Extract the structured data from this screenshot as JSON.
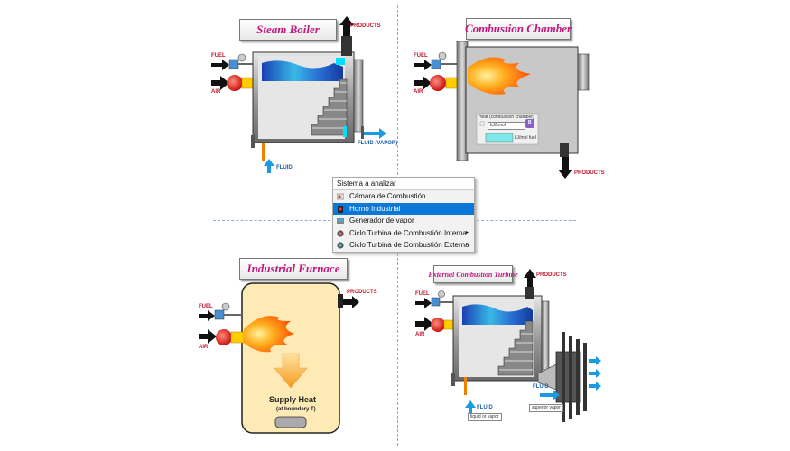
{
  "panels": {
    "steam_boiler": {
      "title": "Steam Boiler",
      "fuel": "FUEL",
      "air": "AIR",
      "products": "PRODUCTS",
      "fluid_vapor": "FLUID (VAPOR)",
      "fluid": "FLUID"
    },
    "combustion_chamber": {
      "title": "Combustion Chamber",
      "fuel": "FUEL",
      "air": "AIR",
      "products": "PRODUCTS",
      "heat_label": "Heat (combustion chamber)",
      "unit_select": "kJ/kmol",
      "unit_text": "kJ/mol fuel",
      "btn": "B"
    },
    "industrial_furnace": {
      "title": "Industrial Furnace",
      "fuel": "FUEL",
      "air": "AIR",
      "products": "PRODUCTS",
      "supply_heat": "Supply Heat",
      "at_boundary": "(at boundary T)"
    },
    "external_turbine": {
      "title": "External Combustion Turbine",
      "fuel": "FUEL",
      "air": "AIR",
      "products": "PRODUCTS",
      "fluid_in": "FLUID",
      "fluid_out": "FLUID",
      "select_in": "liquid or vapor",
      "select_out": "superior vapor"
    }
  },
  "menu": {
    "header": "Sistema a analizar",
    "items": [
      {
        "label": "Cámara de Combustión",
        "selected": false,
        "submenu": false
      },
      {
        "label": "Horno Industrial",
        "selected": true,
        "submenu": false
      },
      {
        "label": "Generador de vapor",
        "selected": false,
        "submenu": false
      },
      {
        "label": "Ciclo Turbina de Combustión Interna",
        "selected": false,
        "submenu": true
      },
      {
        "label": "Ciclo Turbina de Combustión Externa",
        "selected": false,
        "submenu": true
      }
    ],
    "submenu_arrow": "▸"
  },
  "colors": {
    "title_text": "#c2187e",
    "label_red": "#c0162c",
    "label_blue": "#1a5db0",
    "flame_orange": "#ff6a00",
    "menu_selected": "#0a78d7",
    "furnace_fill": "#fdeab5"
  }
}
